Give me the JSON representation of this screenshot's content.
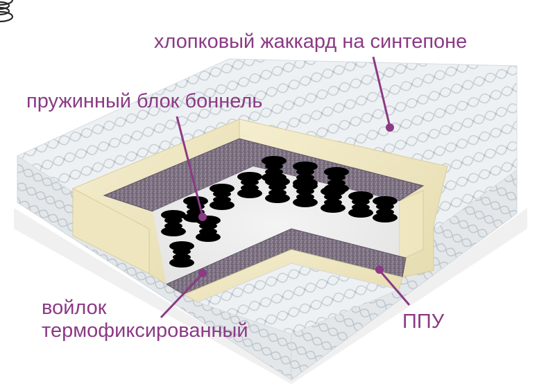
{
  "labels": {
    "cover": "хлопковый жаккард на синтепоне",
    "spring_block": "пружинный блок боннель",
    "felt_line1": "войлок",
    "felt_line2": "термофиксированный",
    "foam": "ППУ"
  },
  "icons": [
    "mattress-illustration",
    "spring-coil",
    "quilted-fabric"
  ],
  "colors": {
    "label_text": "#8b3a85",
    "leader": "#8b3a85",
    "fabric": "#e9edef",
    "fabric_pattern": "#c9d1d6",
    "foam": "#f1e9c7",
    "foam_edge": "#d9cf9f",
    "felt": "#7d6f80",
    "spring": "#2b2b2b",
    "shadow": "#e8e8e8"
  }
}
